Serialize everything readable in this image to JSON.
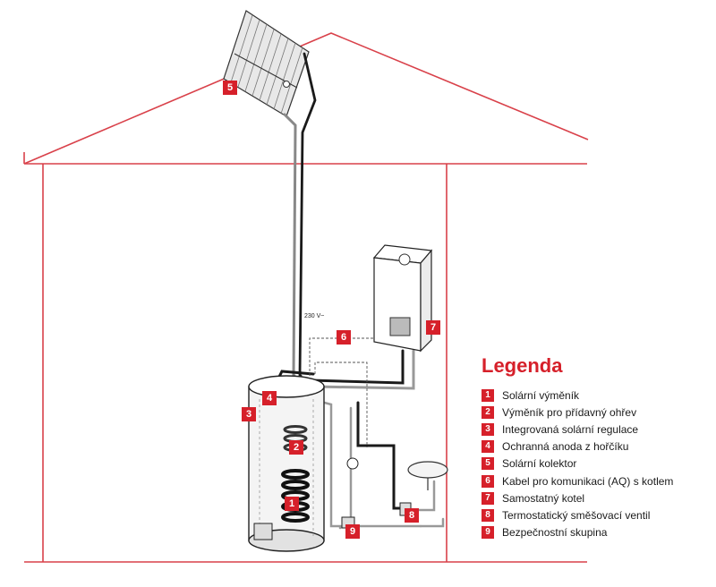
{
  "voltage_label": "230 V~",
  "legend": {
    "title": "Legenda",
    "items": [
      {
        "num": "1",
        "text": "Solární výměník"
      },
      {
        "num": "2",
        "text": "Výměník pro přídavný ohřev"
      },
      {
        "num": "3",
        "text": "Integrovaná solární regulace"
      },
      {
        "num": "4",
        "text": "Ochranná anoda z hořčíku"
      },
      {
        "num": "5",
        "text": "Solární kolektor"
      },
      {
        "num": "6",
        "text": "Kabel pro komunikaci (AQ) s kotlem"
      },
      {
        "num": "7",
        "text": "Samostatný kotel"
      },
      {
        "num": "8",
        "text": "Termostatický směšovací ventil"
      },
      {
        "num": "9",
        "text": "Bezpečnostní skupina"
      }
    ]
  },
  "tags": [
    "1",
    "2",
    "3",
    "4",
    "5",
    "6",
    "7",
    "8",
    "9"
  ],
  "colors": {
    "accent": "#d6202a",
    "house": "#d9414a",
    "pipe": "#1a1a1a"
  }
}
